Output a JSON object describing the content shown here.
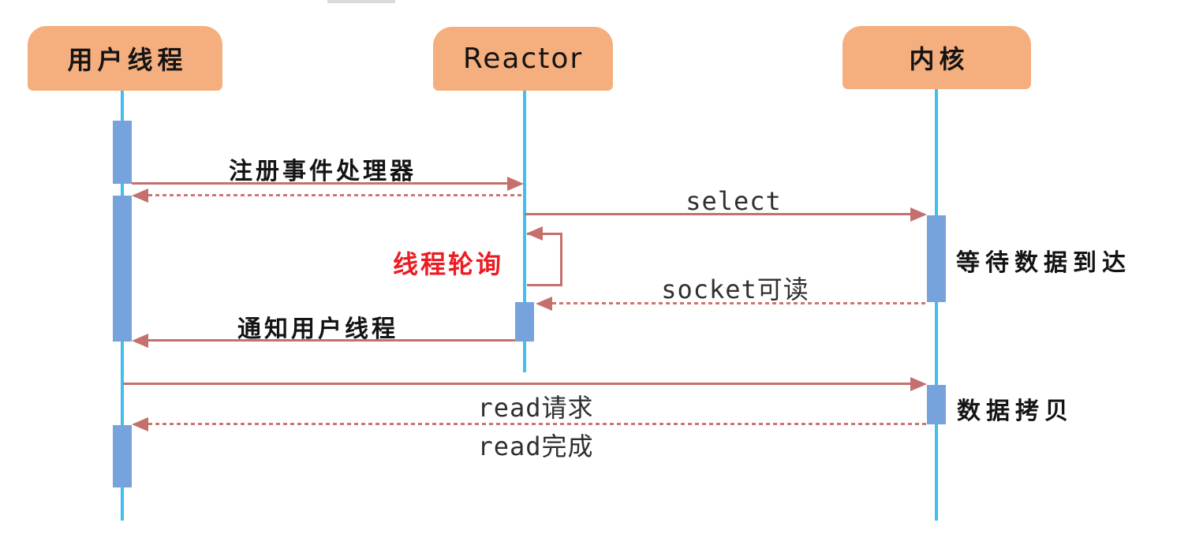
{
  "diagram": {
    "actors": [
      {
        "label": "用户线程"
      },
      {
        "label": "Reactor"
      },
      {
        "label": "内核"
      }
    ],
    "messages": {
      "register": {
        "label": "注册事件处理器",
        "style": "solid"
      },
      "register_ack": {
        "label": "",
        "style": "dashed"
      },
      "select": {
        "label": "select",
        "style": "solid"
      },
      "polling": {
        "label": "线程轮询",
        "style": "self-loop"
      },
      "socket_readable": {
        "label": "socket可读",
        "style": "dashed"
      },
      "notify": {
        "label": "通知用户线程",
        "style": "solid"
      },
      "read_request": {
        "label": "read请求",
        "style": "solid"
      },
      "read_complete": {
        "label": "read完成",
        "style": "dashed"
      }
    },
    "annotations": {
      "wait_data": "等待数据到达",
      "data_copy": "数据拷贝"
    },
    "colors": {
      "actor_fill": "#F5AE7D",
      "lifeline": "#3FBFF0",
      "activation": "#76A3DC",
      "arrow_solid": "#C4706C",
      "arrow_dashed": "#CE7570",
      "polling_text": "#EB1C23",
      "mono_text": "#2F2F2F",
      "top_bar": "#DADADA"
    }
  }
}
